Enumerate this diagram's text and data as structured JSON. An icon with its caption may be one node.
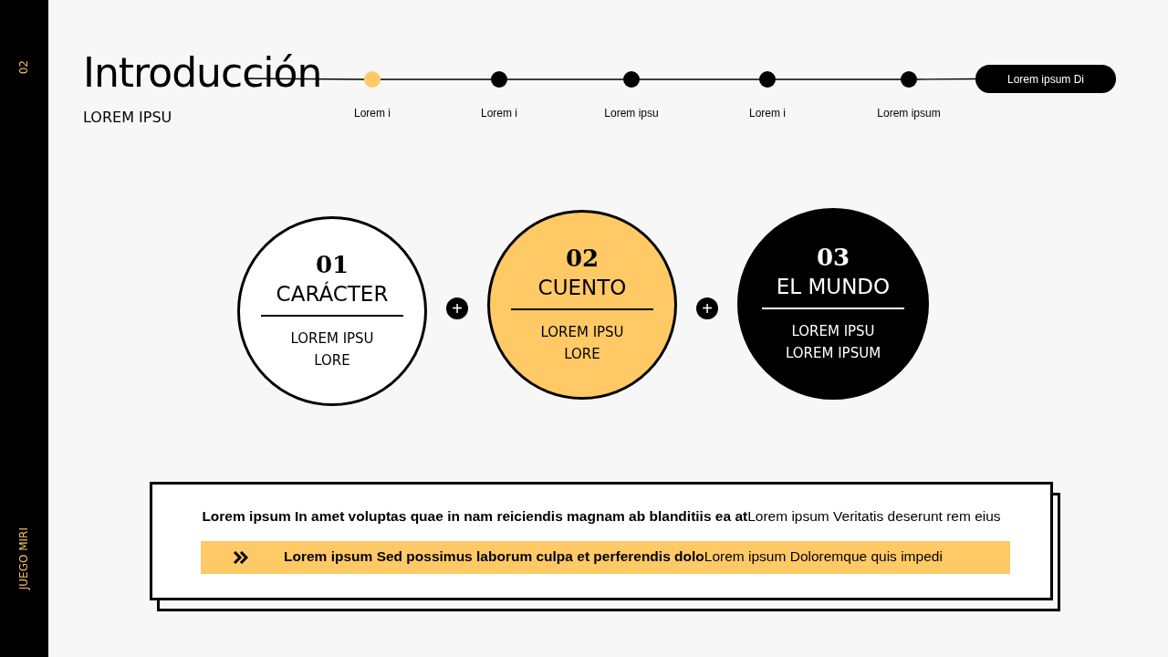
{
  "diagram": {
    "title": "Introducción",
    "nodes": [
      {
        "text": [],
        "shape": "circle",
        "beside": [
          "Lorem i"
        ]
      },
      {
        "text": [],
        "shape": "circle",
        "beside": [
          "Lorem i"
        ]
      },
      {
        "text": [],
        "shape": "circle",
        "beside": [
          "Lorem ipsu"
        ]
      },
      {
        "text": [],
        "shape": "circle",
        "beside": [
          "Lorem i"
        ]
      },
      {
        "text": [],
        "shape": "circle",
        "beside": [
          "Lorem ipsum"
        ]
      },
      {
        "text": [
          "Lorem ipsum Di"
        ]
      },
      {
        "text": [
          "01",
          "CARÁCTER",
          "LOREM IPSU LORE"
        ]
      },
      {
        "text": [
          "+"
        ]
      },
      {
        "text": [
          "02",
          "CUENTO",
          "LOREM IPSU LORE"
        ]
      },
      {
        "text": [
          "+"
        ]
      },
      {
        "text": [
          "03",
          "EL MUNDO",
          "LOREM IPSU LOREM IPSUM"
        ]
      },
      {
        "text": [
          "**Lorem ipsum In amet voluptas quae in nam reiciendis magnam ab blanditiis ea at**Lorem ipsum Veritatis deserunt rem eius"
        ]
      },
      {
        "text": [
          "**Lorem ipsum Sed possimus laborum culpa et perferendis dolo**Lorem ipsum Doloremque quis impedi"
        ],
        "in": 11
      }
    ],
    "edges": [
      {
        "from": null,
        "to": 0,
        "arrow": "none"
      },
      {
        "from": 0,
        "to": 1,
        "arrow": "none"
      },
      {
        "from": 1,
        "to": 2,
        "arrow": "none"
      },
      {
        "from": 2,
        "to": 3,
        "arrow": "none"
      },
      {
        "from": 3,
        "to": 4,
        "arrow": "none"
      },
      {
        "from": 4,
        "to": 5,
        "arrow": "none"
      }
    ],
    "labels": [
      "02",
      "LOREM IPSU",
      "JUEGO MIRI"
    ]
  }
}
